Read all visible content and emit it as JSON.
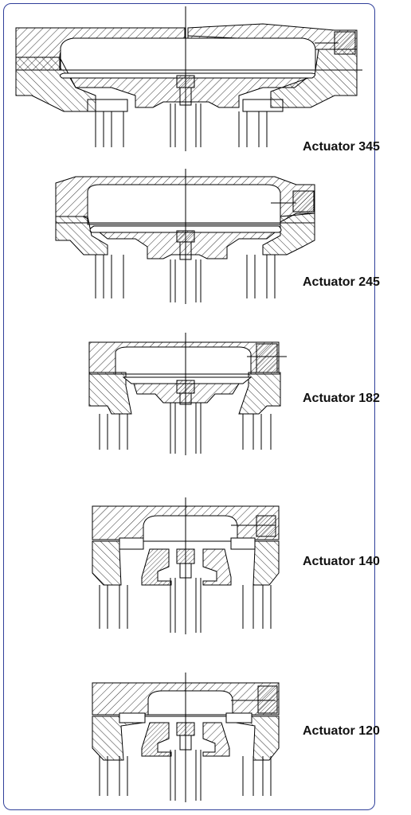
{
  "figure": {
    "frame_color": "#2f3f9a",
    "line_color": "#000000"
  },
  "labels": [
    {
      "word": "Actuator",
      "number": "345"
    },
    {
      "word": "Actuator",
      "number": "245"
    },
    {
      "word": "Actuator",
      "number": "182"
    },
    {
      "word": "Actuator",
      "number": "140"
    },
    {
      "word": "Actuator",
      "number": "120"
    }
  ]
}
